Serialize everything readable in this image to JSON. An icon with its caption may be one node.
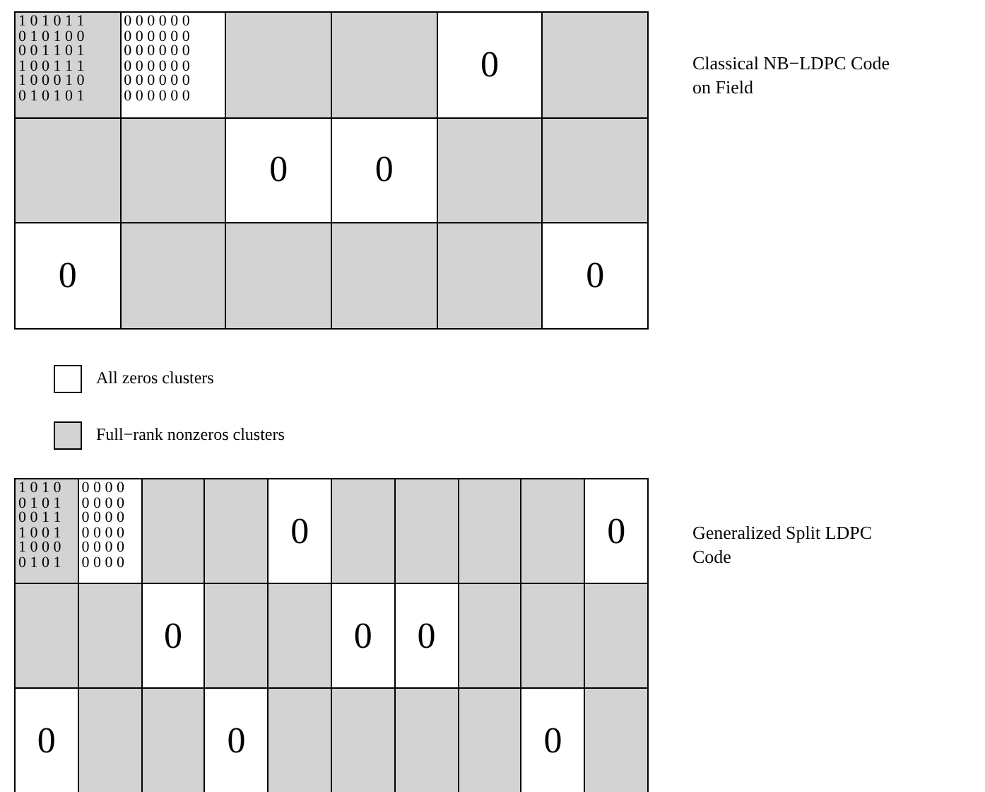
{
  "diagram": {
    "nodes": [
      {
        "text": [
          "1 0 1 0 1 1",
          "0 1 0 1 0 0",
          "0 0 1 1 0 1",
          "1 0 0 1 1 1",
          "1 0 0 0 1 0",
          "0 1 0 1 0 1"
        ]
      },
      {
        "text": [
          "0 0 0 0 0 0",
          "0 0 0 0 0 0",
          "0 0 0 0 0 0",
          "0 0 0 0 0 0",
          "0 0 0 0 0 0",
          "0 0 0 0 0 0"
        ]
      },
      {
        "text": [],
        "shape": "box"
      },
      {
        "text": [],
        "shape": "box"
      },
      {
        "text": [
          "0"
        ]
      },
      {
        "text": [],
        "shape": "box"
      },
      {
        "text": [],
        "shape": "box"
      },
      {
        "text": [],
        "shape": "box"
      },
      {
        "text": [
          "0"
        ]
      },
      {
        "text": [
          "0"
        ]
      },
      {
        "text": [],
        "shape": "box"
      },
      {
        "text": [],
        "shape": "box"
      },
      {
        "text": [
          "0"
        ]
      },
      {
        "text": [],
        "shape": "box"
      },
      {
        "text": [],
        "shape": "box"
      },
      {
        "text": [],
        "shape": "box"
      },
      {
        "text": [],
        "shape": "box"
      },
      {
        "text": [
          "0"
        ]
      },
      {
        "text": [
          "1 0 1 0",
          "0 1 0 1",
          "0 0 1 1",
          "1 0 0 1",
          "1 0 0 0",
          "0 1 0 1"
        ]
      },
      {
        "text": [
          "0 0 0 0",
          "0 0 0 0",
          "0 0 0 0",
          "0 0 0 0",
          "0 0 0 0",
          "0 0 0 0"
        ]
      },
      {
        "text": [],
        "shape": "box"
      },
      {
        "text": [],
        "shape": "box"
      },
      {
        "text": [
          "0"
        ]
      },
      {
        "text": [],
        "shape": "box"
      },
      {
        "text": [],
        "shape": "box"
      },
      {
        "text": [],
        "shape": "box"
      },
      {
        "text": [],
        "shape": "box"
      },
      {
        "text": [
          "0"
        ]
      },
      {
        "text": [],
        "shape": "box"
      },
      {
        "text": [],
        "shape": "box"
      },
      {
        "text": [
          "0"
        ]
      },
      {
        "text": [],
        "shape": "box"
      },
      {
        "text": [],
        "shape": "box"
      },
      {
        "text": [
          "0"
        ]
      },
      {
        "text": [
          "0"
        ]
      },
      {
        "text": [],
        "shape": "box"
      },
      {
        "text": [],
        "shape": "box"
      },
      {
        "text": [],
        "shape": "box"
      },
      {
        "text": [
          "0"
        ]
      },
      {
        "text": [],
        "shape": "box"
      },
      {
        "text": [],
        "shape": "box"
      },
      {
        "text": [
          "0"
        ]
      },
      {
        "text": [],
        "shape": "box"
      },
      {
        "text": [],
        "shape": "box"
      },
      {
        "text": [],
        "shape": "box"
      },
      {
        "text": [],
        "shape": "box"
      },
      {
        "text": [
          "0"
        ]
      },
      {
        "text": [],
        "shape": "box"
      }
    ],
    "labels": [
      "Classical NB−LDPC Code on Field",
      "Generalized Split LDPC Code"
    ],
    "legend": [
      {
        "text": "All zeros clusters",
        "color": "#ffffff"
      },
      {
        "text": "Full−rank nonzeros clusters",
        "color": "#d3d3d3"
      }
    ]
  }
}
